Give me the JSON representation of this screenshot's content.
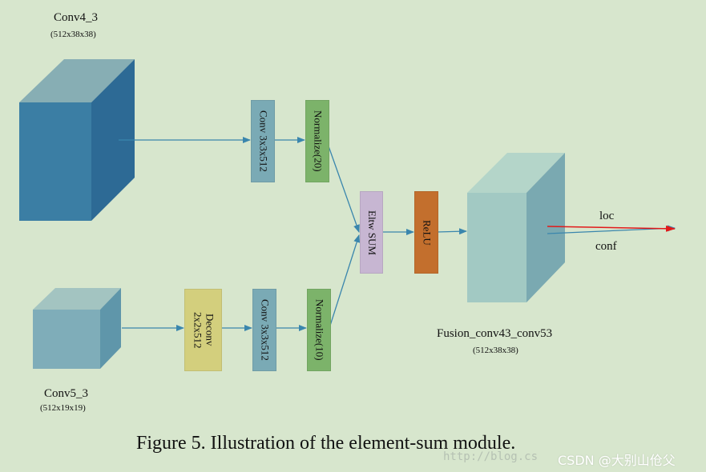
{
  "blocks": {
    "conv4_3": {
      "title": "Conv4_3",
      "dims": "(512x38x38)"
    },
    "conv5_3": {
      "title": "Conv5_3",
      "dims": "(512x19x19)"
    },
    "fusion": {
      "title": "Fusion_conv43_conv53",
      "dims": "(512x38x38)"
    }
  },
  "layers": {
    "top_conv": "Conv 3x3x512",
    "top_norm": "Normalize(20)",
    "bottom_deconv_line1": "Deconv",
    "bottom_deconv_line2": "2x2x512",
    "bottom_conv": "Conv 3x3x512",
    "bottom_norm": "Normalize(10)",
    "eltw": "Eltw SUM",
    "relu": "ReLU"
  },
  "outputs": {
    "loc": "loc",
    "conf": "conf"
  },
  "caption": "Figure 5. Illustration of the element-sum module.",
  "watermark": {
    "url": "http://blog.cs",
    "csdn": "CSDN @大别山伧父"
  },
  "colors": {
    "background": "#d7e6cd",
    "conv4_front": "#3b7ea4",
    "conv4_side": "#2d6a95",
    "conv4_top": "#87aeb4",
    "conv5_front": "#7fadb9",
    "conv5_side": "#5f96aa",
    "conv5_top": "#a3c4c1",
    "fusion_front": "#a2c9c3",
    "fusion_side": "#7aa9b1",
    "fusion_top": "#b4d5c9",
    "conv_layer": "#7aaab5",
    "normalize_layer": "#7cb36a",
    "deconv_layer": "#d3cf7d",
    "eltw_layer": "#c7b6d2",
    "relu_layer": "#c36f2d",
    "arrow": "#3a86ad",
    "loc_arrow": "#e21a1a"
  }
}
